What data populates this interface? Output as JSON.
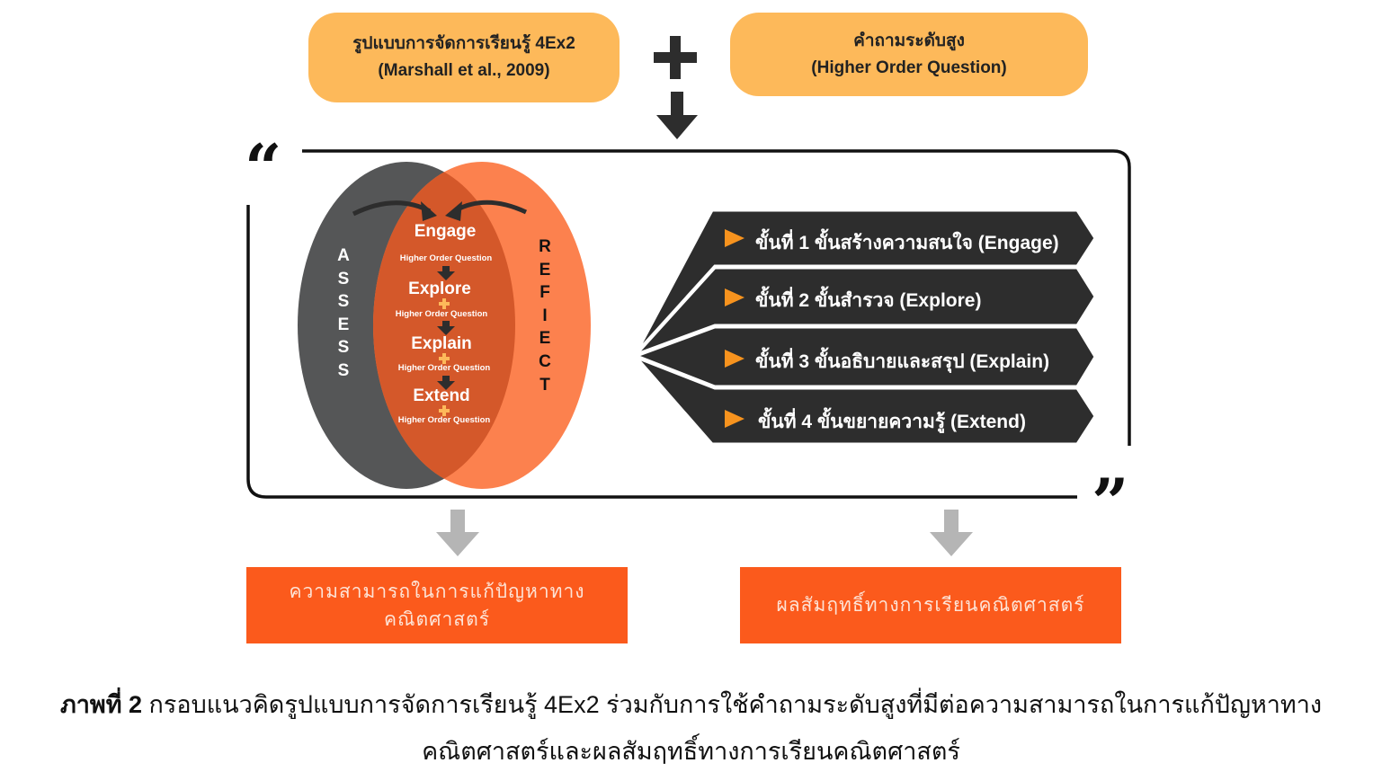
{
  "inputs": {
    "model": {
      "line1": "รูปแบบการจัดการเรียนรู้ 4Ex2",
      "line2": "(Marshall et al., 2009)"
    },
    "question": {
      "line1": "คำถามระดับสูง",
      "line2": "(Higher Order Question)"
    }
  },
  "venn": {
    "left_label": [
      "A",
      "S",
      "S",
      "E",
      "S",
      "S"
    ],
    "right_label": [
      "R",
      "E",
      "F",
      "I",
      "E",
      "C",
      "T"
    ],
    "phases": [
      "Engage",
      "Explore",
      "Explain",
      "Extend"
    ],
    "hoq_label": "Higher Order Question"
  },
  "steps": [
    "ขั้นที่ 1 ขั้นสร้างความสนใจ (Engage)",
    "ขั้นที่ 2 ขั้นสำรวจ (Explore)",
    "ขั้นที่ 3 ขั้นอธิบายและสรุป (Explain)",
    "ขั้นที่ 4 ขั้นขยายความรู้ (Extend)"
  ],
  "outcomes": {
    "left": {
      "line1": "ความสามารถในการแก้ปัญหาทาง",
      "line2": "คณิตศาสตร์"
    },
    "right": "ผลสัมฤทธิ์ทางการเรียนคณิตศาสตร์"
  },
  "caption": {
    "label": "ภาพที่ 2",
    "text1": " กรอบแนวคิดรูปแบบการจัดการเรียนรู้ 4Ex2 ร่วมกับการใช้คำถามระดับสูงที่มีต่อความสามารถในการแก้ปัญหาทาง",
    "text2": "คณิตศาสตร์และผลสัมฤทธิ์ทางการเรียนคณิตศาสตร์"
  },
  "colors": {
    "orange_box": "#fdb95a",
    "dark": "#2d2d2d",
    "venn_gray": "#555657",
    "venn_orange": "#fc814e",
    "overlap": "#d4582a",
    "outcome": "#fb5a1c",
    "arrow_gray": "#b5b5b5",
    "accent": "#f7931e"
  }
}
